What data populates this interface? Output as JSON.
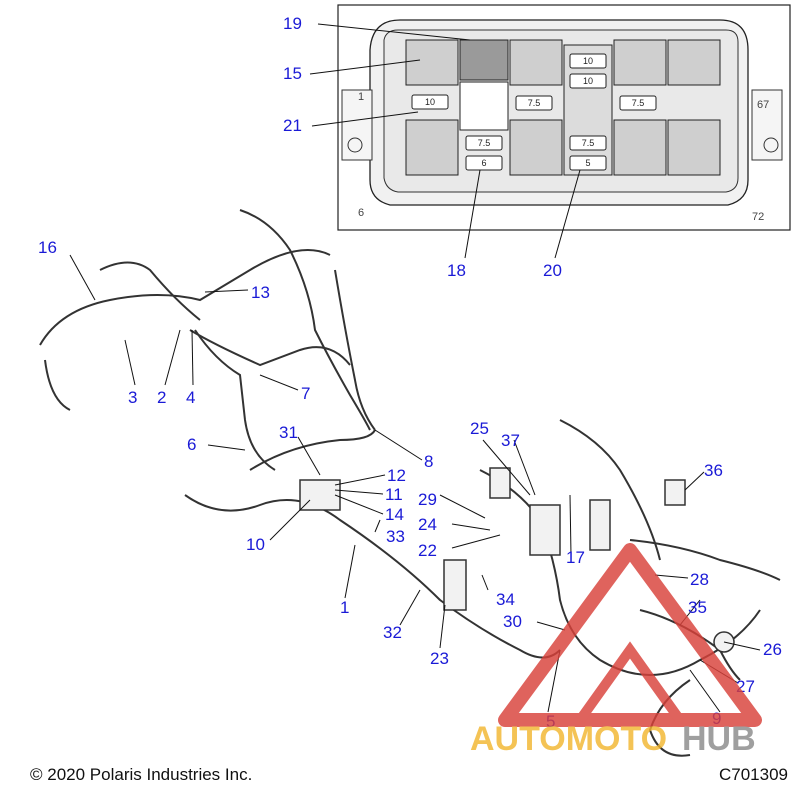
{
  "callouts": {
    "c1": "1",
    "c2": "2",
    "c3": "3",
    "c4": "4",
    "c5": "5",
    "c6": "6",
    "c7": "7",
    "c8": "8",
    "c9": "9",
    "c10": "10",
    "c11": "11",
    "c12": "12",
    "c13": "13",
    "c14": "14",
    "c15": "15",
    "c16": "16",
    "c17": "17",
    "c18": "18",
    "c19": "19",
    "c20": "20",
    "c21": "21",
    "c22": "22",
    "c23": "23",
    "c24": "24",
    "c25": "25",
    "c26": "26",
    "c27": "27",
    "c28": "28",
    "c29": "29",
    "c30": "30",
    "c31": "31",
    "c32": "32",
    "c33": "33",
    "c34": "34",
    "c35": "35",
    "c36": "36",
    "c37": "37"
  },
  "fuse_ratings": {
    "f10a": "10",
    "f10b": "10",
    "f10c": "10",
    "f75a": "7.5",
    "f75b": "7.5",
    "f75c": "7.5",
    "f75d": "7.5",
    "f6": "6",
    "f5": "5"
  },
  "fuse_box_edge": {
    "n1": "1",
    "n67": "67",
    "n6": "6",
    "n72": "72"
  },
  "footer": {
    "copyright": "© 2020 Polaris Industries Inc.",
    "part_number": "C701309"
  },
  "watermark": {
    "part1": "AUTOMOTO",
    "part2": "HUB"
  },
  "colors": {
    "callout": "#1a1ad6",
    "watermark_red": "#d9413a",
    "watermark_gold": "#f2b630",
    "watermark_gray": "#8a8a8a"
  }
}
